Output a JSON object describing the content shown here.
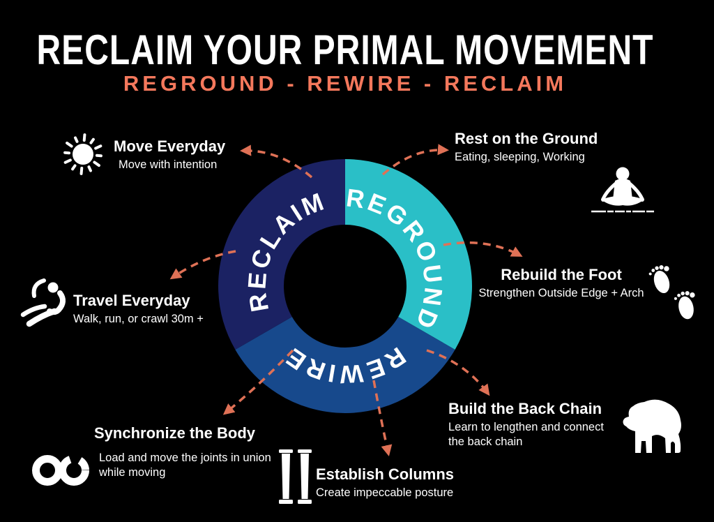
{
  "title": "RECLAIM YOUR PRIMAL MOVEMENT",
  "subtitle": "REGROUND - REWIRE - RECLAIM",
  "colors": {
    "background": "#000000",
    "title_text": "#ffffff",
    "subtitle_text": "#f4785c",
    "arrow": "#df7156",
    "segment_reground": "#2abfc7",
    "segment_rewire": "#17498c",
    "segment_reclaim": "#1b2263",
    "icon_and_text": "#ffffff"
  },
  "wheel": {
    "segments": [
      {
        "label": "REGROUND",
        "color": "#2abfc7"
      },
      {
        "label": "REWIRE",
        "color": "#17498c"
      },
      {
        "label": "RECLAIM",
        "color": "#1b2263"
      }
    ]
  },
  "callouts": [
    {
      "id": "move-everyday",
      "title": "Move Everyday",
      "subtitle": "Move with intention",
      "icon": "sun-icon"
    },
    {
      "id": "rest-on-ground",
      "title": "Rest on the Ground",
      "subtitle": "Eating, sleeping, Working",
      "icon": "meditation-icon"
    },
    {
      "id": "rebuild-foot",
      "title": "Rebuild the Foot",
      "subtitle": "Strengthen Outside Edge + Arch",
      "icon": "footprints-icon"
    },
    {
      "id": "travel-everyday",
      "title": "Travel Everyday",
      "subtitle": "Walk, run, or crawl 30m +",
      "icon": "runner-icon"
    },
    {
      "id": "build-back-chain",
      "title": "Build the Back Chain",
      "subtitle": "Learn to lengthen and connect the back chain",
      "icon": "gorilla-icon"
    },
    {
      "id": "establish-columns",
      "title": "Establish Columns",
      "subtitle": "Create impeccable posture",
      "icon": "columns-icon"
    },
    {
      "id": "synchronize-body",
      "title": "Synchronize the Body",
      "subtitle": "Load and move the joints in union while moving",
      "icon": "infinity-icon"
    }
  ]
}
